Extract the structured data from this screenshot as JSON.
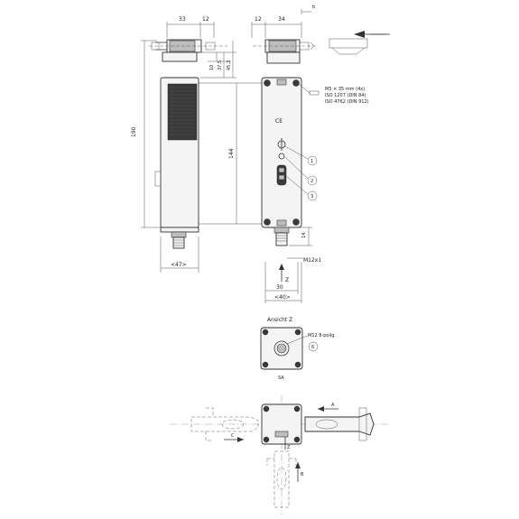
{
  "dimensions": {
    "top_left_33": "33",
    "top_left_12": "12",
    "top_right_12": "12",
    "top_right_34": "34",
    "top_b": "b",
    "height_190": "190",
    "height_10": "10",
    "height_37_5": "37,5",
    "height_45_3": "45,3",
    "height_144": "144",
    "width_47": "<47>",
    "right_14": "14",
    "thread_m12": "M12x1",
    "width_30": "30",
    "width_40": "<40>",
    "axis_z": "Z"
  },
  "screw_note": {
    "line1": "M5 × 35 mm (4x)",
    "line2": "ISO 1207 (DIN 84)",
    "line3": "ISO 4762 (DIN 912)"
  },
  "callouts": [
    "1",
    "2",
    "3"
  ],
  "ce_mark": "CE",
  "view_z": {
    "title": "Ansicht Z",
    "connector_label": "M12 8-polig",
    "connector_callout": "6",
    "caption": "SA"
  },
  "bottom_view": {
    "label_a": "A",
    "label_c": "C",
    "label_b": "B",
    "label_z": "Z"
  }
}
